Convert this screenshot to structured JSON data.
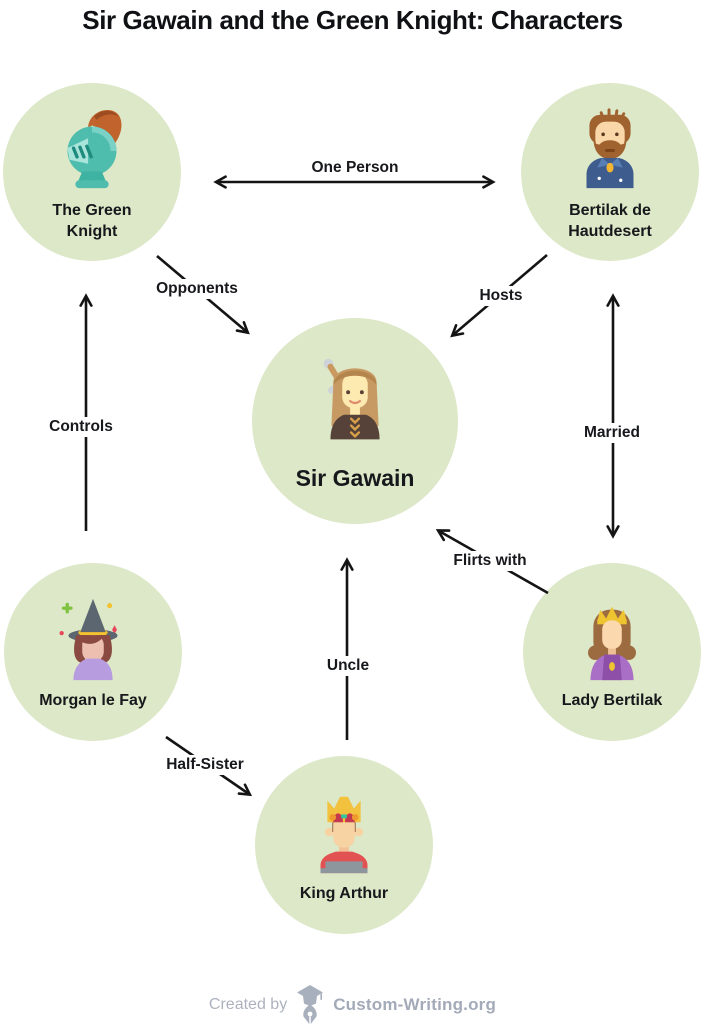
{
  "title": "Sir Gawain and the Green Knight: Characters",
  "diagram": {
    "nodes": [
      {
        "id": "green-knight",
        "name": "The Green Knight",
        "icon": "green-knight-helmet-icon"
      },
      {
        "id": "bertilak",
        "name": "Bertilak de Hautdesert",
        "icon": "bearded-man-icon"
      },
      {
        "id": "sir-gawain",
        "name": "Sir Gawain",
        "icon": "long-haired-knight-with-sword-icon"
      },
      {
        "id": "morgan-le-fay",
        "name": "Morgan le Fay",
        "icon": "witch-icon"
      },
      {
        "id": "lady-bertilak",
        "name": "Lady Bertilak",
        "icon": "crowned-lady-icon"
      },
      {
        "id": "king-arthur",
        "name": "King Arthur",
        "icon": "crowned-king-icon"
      }
    ],
    "edges": [
      {
        "label": "One Person",
        "from": "The Green Knight",
        "to": "Bertilak de Hautdesert",
        "direction": "both"
      },
      {
        "label": "Opponents",
        "from": "The Green Knight",
        "to": "Sir Gawain",
        "direction": "one"
      },
      {
        "label": "Hosts",
        "from": "Bertilak de Hautdesert",
        "to": "Sir Gawain",
        "direction": "one"
      },
      {
        "label": "Controls",
        "from": "Morgan le Fay",
        "to": "The Green Knight",
        "direction": "one"
      },
      {
        "label": "Married",
        "from": "Bertilak de Hautdesert",
        "to": "Lady Bertilak",
        "direction": "both"
      },
      {
        "label": "Flirts with",
        "from": "Lady Bertilak",
        "to": "Sir Gawain",
        "direction": "one"
      },
      {
        "label": "Uncle",
        "from": "King Arthur",
        "to": "Sir Gawain",
        "direction": "one"
      },
      {
        "label": "Half-Sister",
        "from": "Morgan le Fay",
        "to": "King Arthur",
        "direction": "one"
      }
    ]
  },
  "footer": {
    "created_by": "Created by",
    "brand": "Custom-Writing.org",
    "logo": "graduation-cap-pen-icon"
  },
  "colors": {
    "node_background": "#dce8c7",
    "arrow": "#141414",
    "text": "#17181c",
    "footer_text": "#a3aab8"
  }
}
